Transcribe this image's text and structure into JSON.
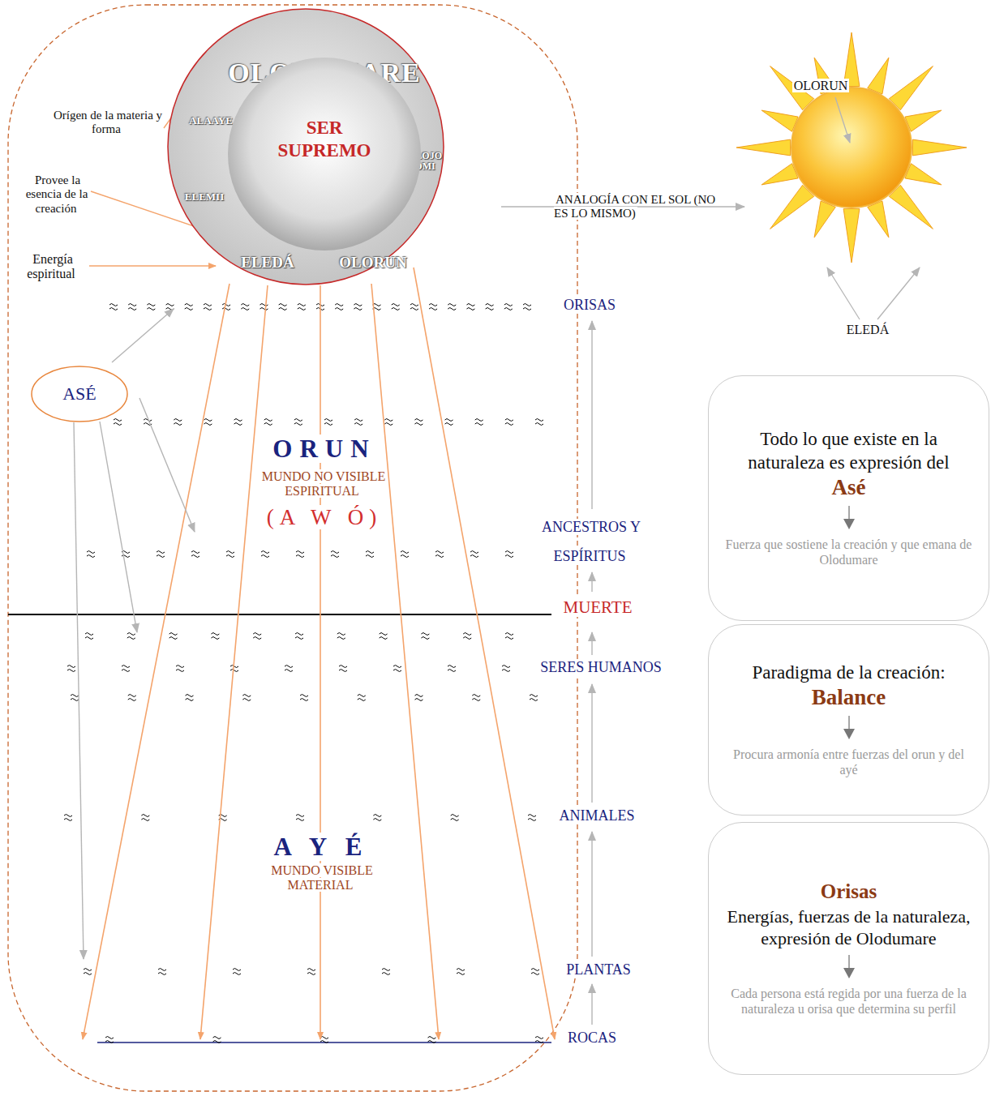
{
  "diagram": {
    "nodes": [
      {
        "text": [
          "OLODUMARE",
          "ALAAYE",
          "OLOJO OMI",
          "ELEMII",
          "ELEDÁ",
          "OLORUN"
        ]
      },
      {
        "text": [
          "SER SUPREMO"
        ],
        "in": 0
      },
      {
        "text": [
          "ASÉ"
        ]
      },
      {
        "text": [
          "Todo lo que existe en la naturaleza es expresión del",
          "Asé",
          "Fuerza que sostiene la creación y que emana de Olodumare"
        ]
      },
      {
        "text": [
          "Paradigma de la creación:",
          "Balance",
          "Procura armonía entre fuerzas del orun y del ayé"
        ]
      },
      {
        "text": [
          "Orisas",
          "Energías, fuerzas de la naturaleza, expresión de Olodumare",
          "Cada persona está regida por una fuerza de la naturaleza u orisa que determina su perfil"
        ]
      }
    ],
    "labels": [
      "Orígen de la materia y forma",
      "Provee la esencia de la creación",
      "Energía espiritual",
      "ORISAS",
      "ORUN",
      "MUNDO NO VISIBLE ESPIRITUAL",
      "(A W Ó)",
      "ANCESTROS Y ESPÍRITUS",
      "MUERTE",
      "SERES HUMANOS",
      "ANIMALES",
      "A Y É",
      "MUNDO VISIBLE MATERIAL",
      "PLANTAS",
      "ROCAS",
      "ANALOGÍA CON EL SOL (NO ES LO MISMO)",
      "OLORUN",
      "ELEDÁ"
    ]
  }
}
